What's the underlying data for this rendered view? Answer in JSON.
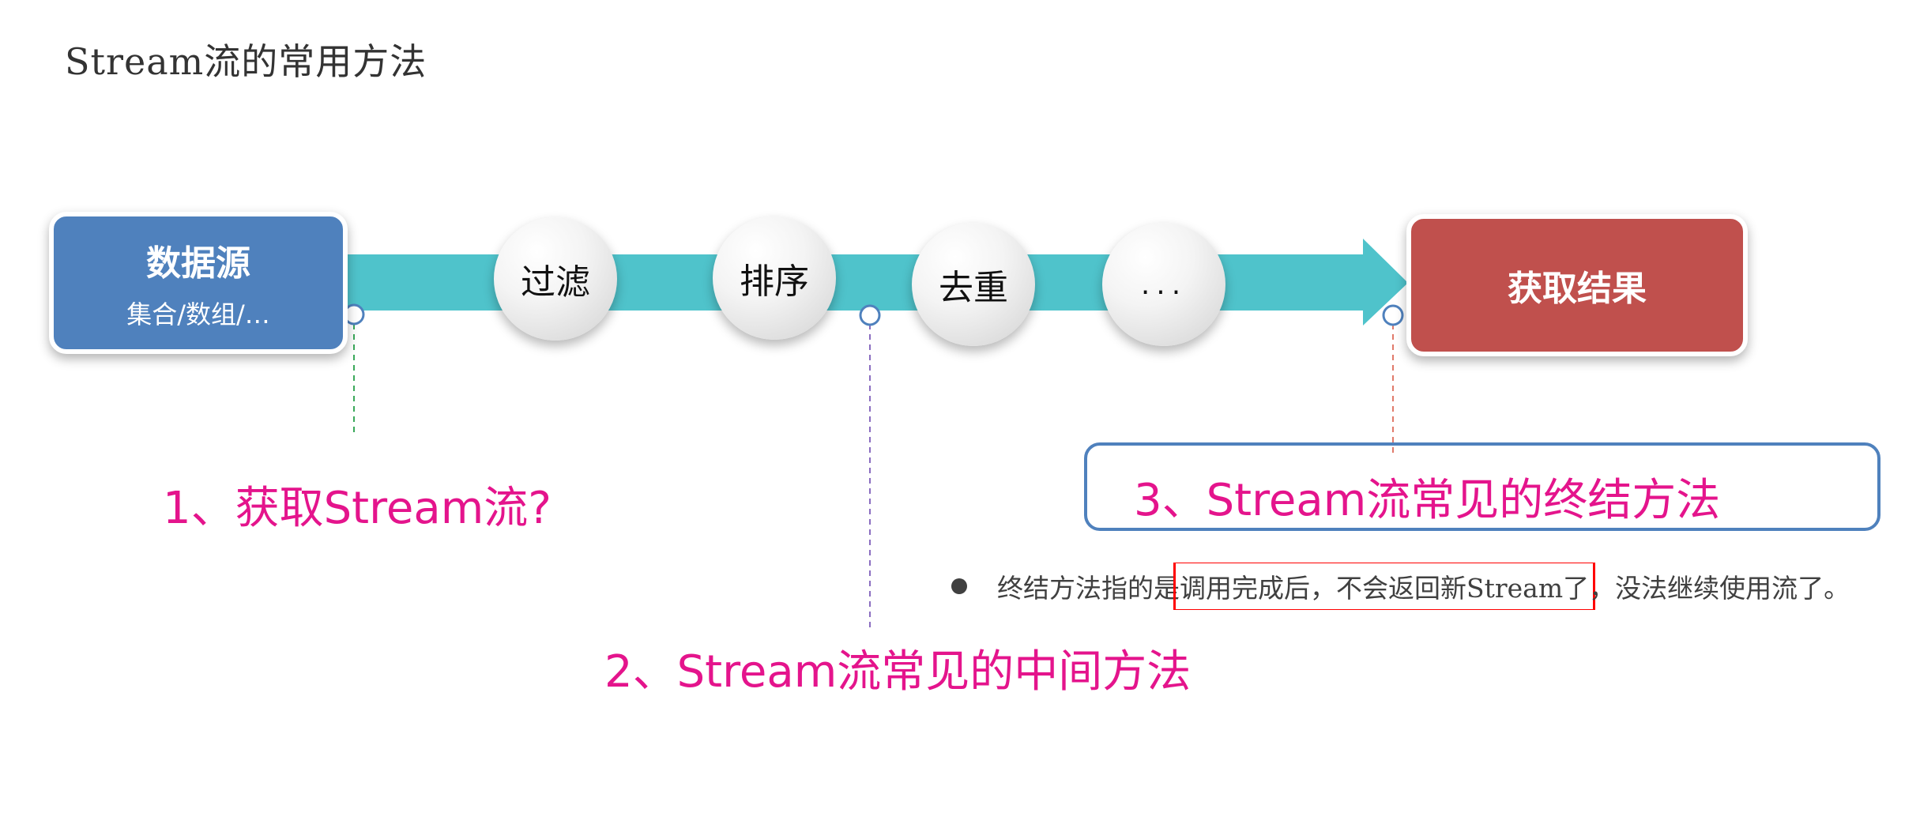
{
  "page": {
    "title": "Stream流的常用方法"
  },
  "pipeline": {
    "source": {
      "title": "数据源",
      "subtitle": "集合/数组/…"
    },
    "steps": [
      {
        "label": "过滤"
      },
      {
        "label": "排序"
      },
      {
        "label": "去重"
      },
      {
        "label": "..."
      }
    ],
    "result": {
      "title": "获取结果"
    }
  },
  "annotations": {
    "first": "1、获取Stream流?",
    "second": "2、Stream流常见的中间方法",
    "third": "3、Stream流常见的终结方法"
  },
  "note": {
    "before": "终结方法指的是",
    "highlight": "调用完成后，不会返回新Stream了",
    "after": "，没法继续使用流了。"
  },
  "colors": {
    "arrow": "#4fc3cb",
    "source_box": "#4f81bd",
    "result_box": "#c0504d",
    "annotation_text": "#e4148c",
    "annotation_frame": "#4f81bd",
    "highlight_border": "#ff0000"
  }
}
